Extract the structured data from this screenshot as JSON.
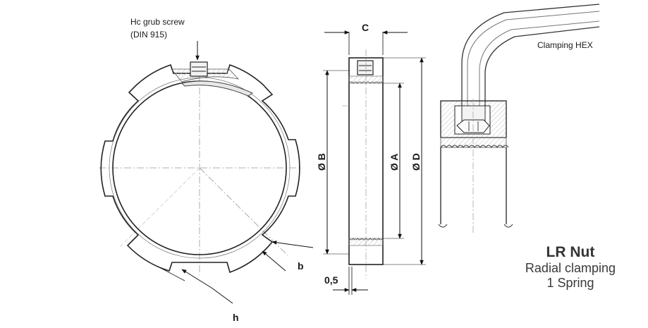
{
  "labels": {
    "grub_screw_line1": "Hc grub screw",
    "grub_screw_line2": "(DIN 915)",
    "clamping_hex": "Clamping HEX",
    "dim_c": "C",
    "dim_b_dia": "Ø B",
    "dim_a_dia": "Ø A",
    "dim_d_dia": "Ø D",
    "dim_b": "b",
    "dim_h": "h",
    "dim_05": "0,5"
  },
  "title": {
    "name": "LR Nut",
    "line2": "Radial clamping",
    "line3": "1 Spring"
  }
}
